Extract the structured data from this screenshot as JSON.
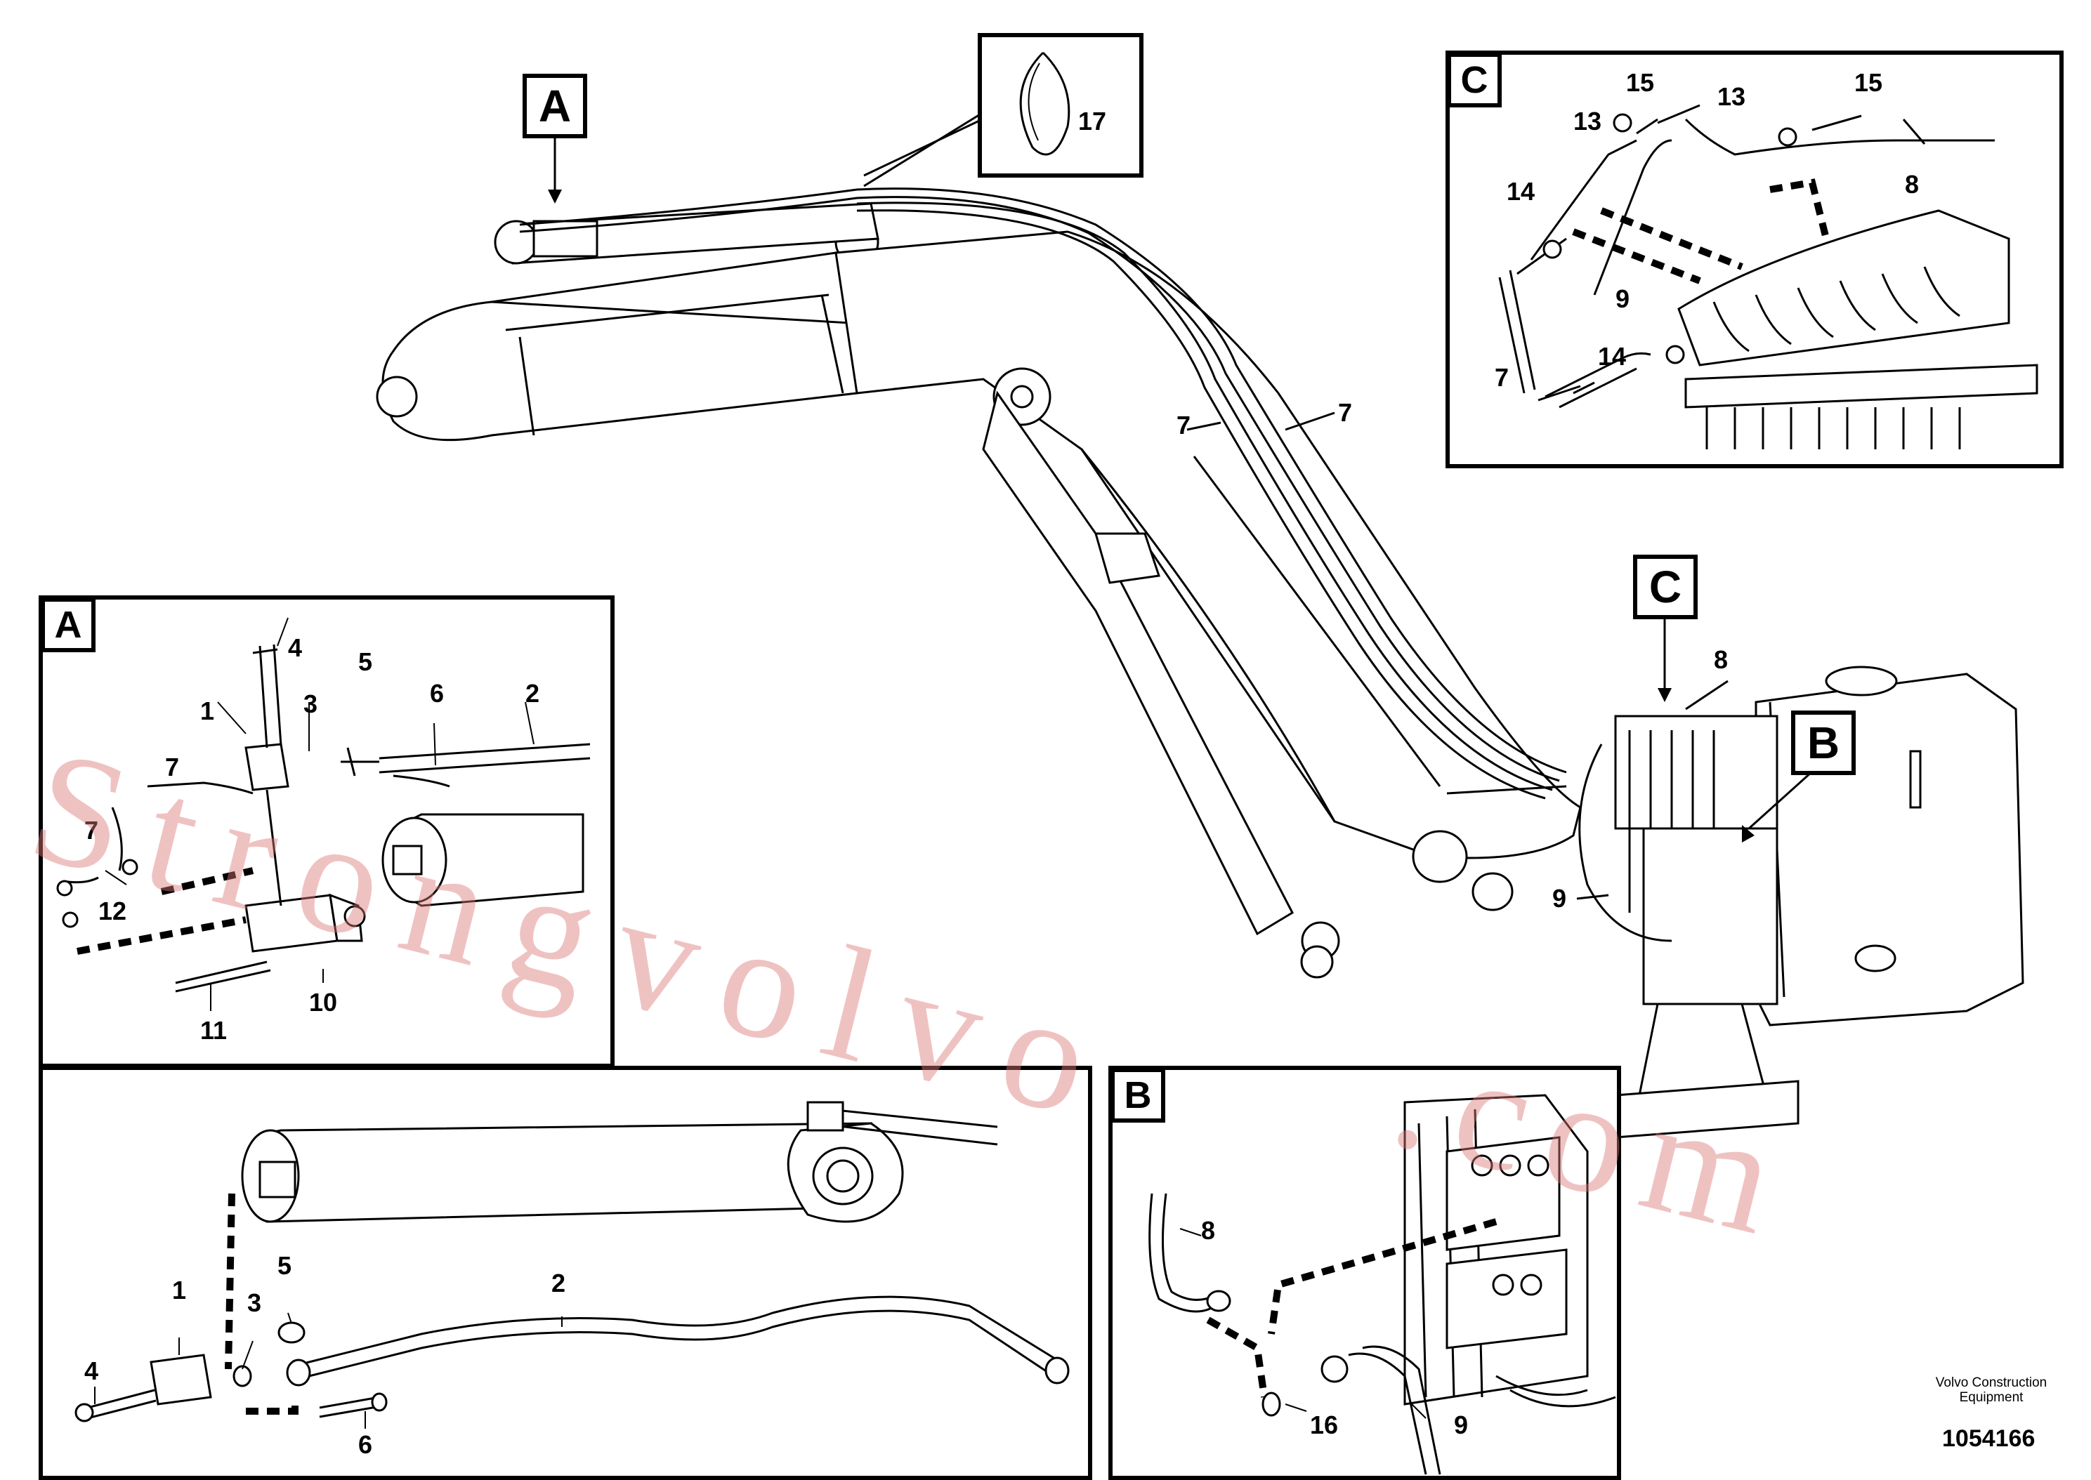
{
  "callouts": {
    "A_main": "A",
    "C_inset": "C",
    "C_main": "C",
    "B_main": "B",
    "A_inset": "A",
    "B_inset": "B"
  },
  "numbers": {
    "main": {
      "n17": "17",
      "n7a": "7",
      "n7b": "7",
      "n8": "8",
      "n9": "9"
    },
    "inset_c": {
      "n15a": "15",
      "n13a": "13",
      "n13b": "13",
      "n15b": "15",
      "n14a": "14",
      "n8": "8",
      "n9": "9",
      "n14b": "14",
      "n7": "7"
    },
    "inset_a": {
      "n4": "4",
      "n1": "1",
      "n3": "3",
      "n5": "5",
      "n6": "6",
      "n2": "2",
      "n7a": "7",
      "n7b": "7",
      "n12": "12",
      "n10": "10",
      "n11": "11"
    },
    "inset_bottom": {
      "n1": "1",
      "n5": "5",
      "n3": "3",
      "n2": "2",
      "n4": "4",
      "n6": "6"
    },
    "inset_b": {
      "n8": "8",
      "n16": "16",
      "n9": "9"
    }
  },
  "footer": {
    "caption_line1": "Volvo Construction",
    "caption_line2": "Equipment",
    "drawing_number": "1054166"
  },
  "watermark": {
    "part1": "Strongvolvo",
    "part2": ".com"
  }
}
